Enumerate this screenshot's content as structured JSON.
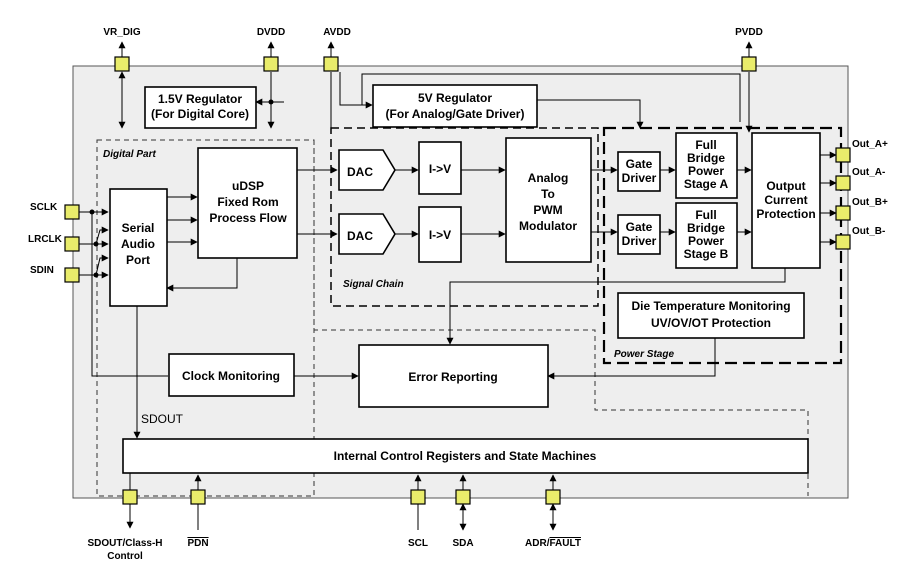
{
  "colors": {
    "chip": "#eeeeee",
    "pad": "#e9ec6b",
    "block": "#ffffff",
    "line": "#000000"
  },
  "pins": {
    "vr_dig": "VR_DIG",
    "dvdd": "DVDD",
    "avdd": "AVDD",
    "pvdd": "PVDD",
    "sclk": "SCLK",
    "lrclk": "LRCLK",
    "sdin": "SDIN",
    "out_a_plus": "Out_A+",
    "out_a_minus": "Out_A-",
    "out_b_plus": "Out_B+",
    "out_b_minus": "Out_B-",
    "sdout_l1": "SDOUT/Class-H",
    "sdout_l2": "Control",
    "pdn": "PDN",
    "scl": "SCL",
    "sda": "SDA",
    "adr": "ADR/",
    "fault": "FAULT"
  },
  "regions": {
    "digital_part": "Digital Part",
    "signal_chain": "Signal Chain",
    "power_stage": "Power Stage"
  },
  "blocks": {
    "reg15_l1": "1.5V Regulator",
    "reg15_l2": "(For Digital Core)",
    "reg5_l1": "5V Regulator",
    "reg5_l2": "(For Analog/Gate Driver)",
    "serial_l1": "Serial",
    "serial_l2": "Audio",
    "serial_l3": "Port",
    "udsp_l1": "uDSP",
    "udsp_l2": "Fixed Rom",
    "udsp_l3": "Process Flow",
    "dac1": "DAC",
    "dac2": "DAC",
    "iv1": "I->V",
    "iv2": "I->V",
    "pwm_l1": "Analog",
    "pwm_l2": "To",
    "pwm_l3": "PWM",
    "pwm_l4": "Modulator",
    "gate1_l1": "Gate",
    "gate1_l2": "Driver",
    "gate2_l1": "Gate",
    "gate2_l2": "Driver",
    "fba_l1": "Full",
    "fba_l2": "Bridge",
    "fba_l3": "Power",
    "fba_l4": "Stage A",
    "fbb_l1": "Full",
    "fbb_l2": "Bridge",
    "fbb_l3": "Power",
    "fbb_l4": "Stage B",
    "ocp_l1": "Output",
    "ocp_l2": "Current",
    "ocp_l3": "Protection",
    "die_l1": "Die Temperature Monitoring",
    "die_l2": "UV/OV/OT Protection",
    "clock_mon": "Clock Monitoring",
    "error_rep": "Error Reporting",
    "icr": "Internal Control Registers and State Machines",
    "sdout_wire": "SDOUT"
  }
}
